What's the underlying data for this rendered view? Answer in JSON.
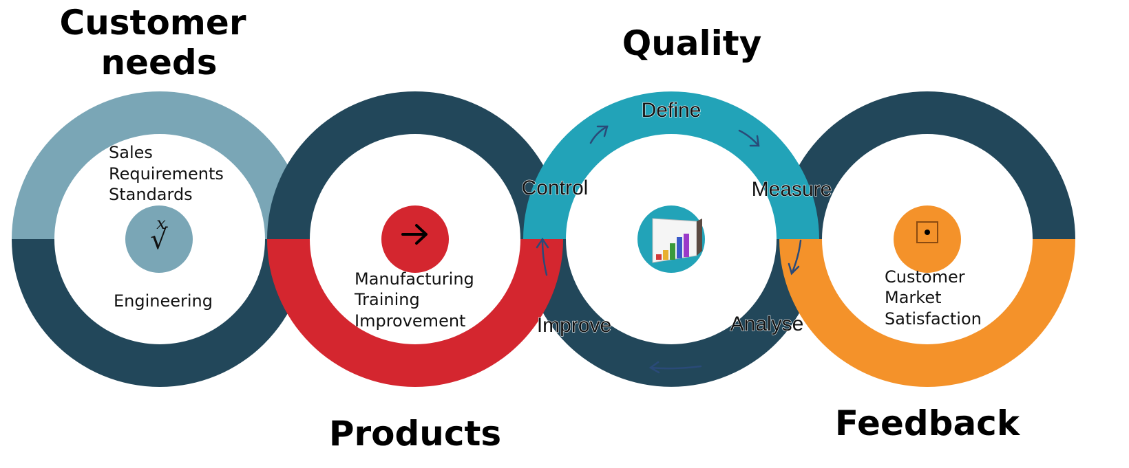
{
  "titles": {
    "customer_needs_line1": "Customer",
    "customer_needs_line2": "needs",
    "quality": "Quality",
    "products": "Products",
    "feedback": "Feedback"
  },
  "customer_needs_ring": {
    "lines": [
      "Sales",
      "Requirements",
      "Standards"
    ],
    "bottom": "Engineering",
    "icon": "formula-root-icon"
  },
  "products_ring": {
    "lines": [
      "Manufacturing",
      "Training",
      "Improvement"
    ],
    "icon": "arrow-right-icon"
  },
  "quality_ring": {
    "steps": {
      "define": "Define",
      "measure": "Measure",
      "analyse": "Analyse",
      "improve": "Improve",
      "control": "Control"
    },
    "icon": "bar-chart-icon"
  },
  "feedback_ring": {
    "lines": [
      "Customer",
      "Market",
      "Satisfaction"
    ],
    "icon": "square-dot-icon"
  },
  "colors": {
    "navy": "#22475a",
    "grey_blue": "#7aa6b6",
    "red": "#d4262f",
    "teal": "#22a3b8",
    "orange": "#f4922a"
  }
}
